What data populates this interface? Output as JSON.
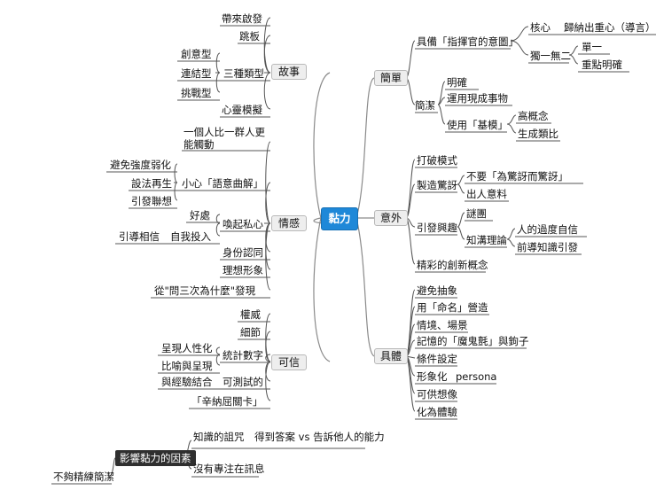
{
  "center": "黏力",
  "branches": {
    "story": {
      "label": "故事",
      "items": [
        "帶來啟發",
        "跳板",
        "三種類型",
        "心靈模擬"
      ],
      "types": [
        "創意型",
        "連結型",
        "挑戰型"
      ]
    },
    "emotion": {
      "label": "情感",
      "items": [
        "一個人比一群人更",
        "能觸動",
        "小心「語意曲解」",
        "喚起私心",
        "身份認同",
        "理想形象",
        "從\"問三次為什麼\"發現"
      ],
      "semantic": [
        "避免強度弱化",
        "設法再生",
        "引發聯想"
      ],
      "self": [
        "好處",
        "自我投入",
        "引導相信"
      ]
    },
    "credible": {
      "label": "可信",
      "items": [
        "權威",
        "細節",
        "統計數字",
        "可測試的",
        "「辛納屈關卡」"
      ],
      "stats": [
        "呈現人性化",
        "比喻與呈現",
        "與經驗結合"
      ]
    },
    "simple": {
      "label": "簡單",
      "items": [
        "具備「指揮官的意圖」",
        "簡潔"
      ],
      "intent": [
        "核心",
        "歸納出重心（導言）",
        "獨一無二",
        "單一",
        "重點明確"
      ],
      "concise": [
        "明確",
        "運用現成事物",
        "使用「基模」",
        "高概念",
        "生成類比"
      ]
    },
    "unexpected": {
      "label": "意外",
      "items": [
        "打破模式",
        "製造驚訝",
        "引發興趣",
        "精彩的創新概念"
      ],
      "surprise": [
        "不要「為驚訝而驚訝」",
        "出人意料"
      ],
      "interest": [
        "謎團",
        "知溝理論",
        "人的過度自信",
        "前導知識引發"
      ]
    },
    "concrete": {
      "label": "具體",
      "items": [
        "避免抽象",
        "用「命名」營造",
        "情境、場景",
        "記憶的「魔鬼氈」與鉤子",
        "條件設定",
        "形象化",
        "可供想像",
        "化為體驗"
      ],
      "persona": "persona"
    }
  },
  "factors": {
    "label": "影響黏力的因素",
    "items": [
      "知識的詛咒　得到答案 vs 告訴他人的能力",
      "沒有專注在訊息",
      "不夠精練簡潔"
    ]
  }
}
